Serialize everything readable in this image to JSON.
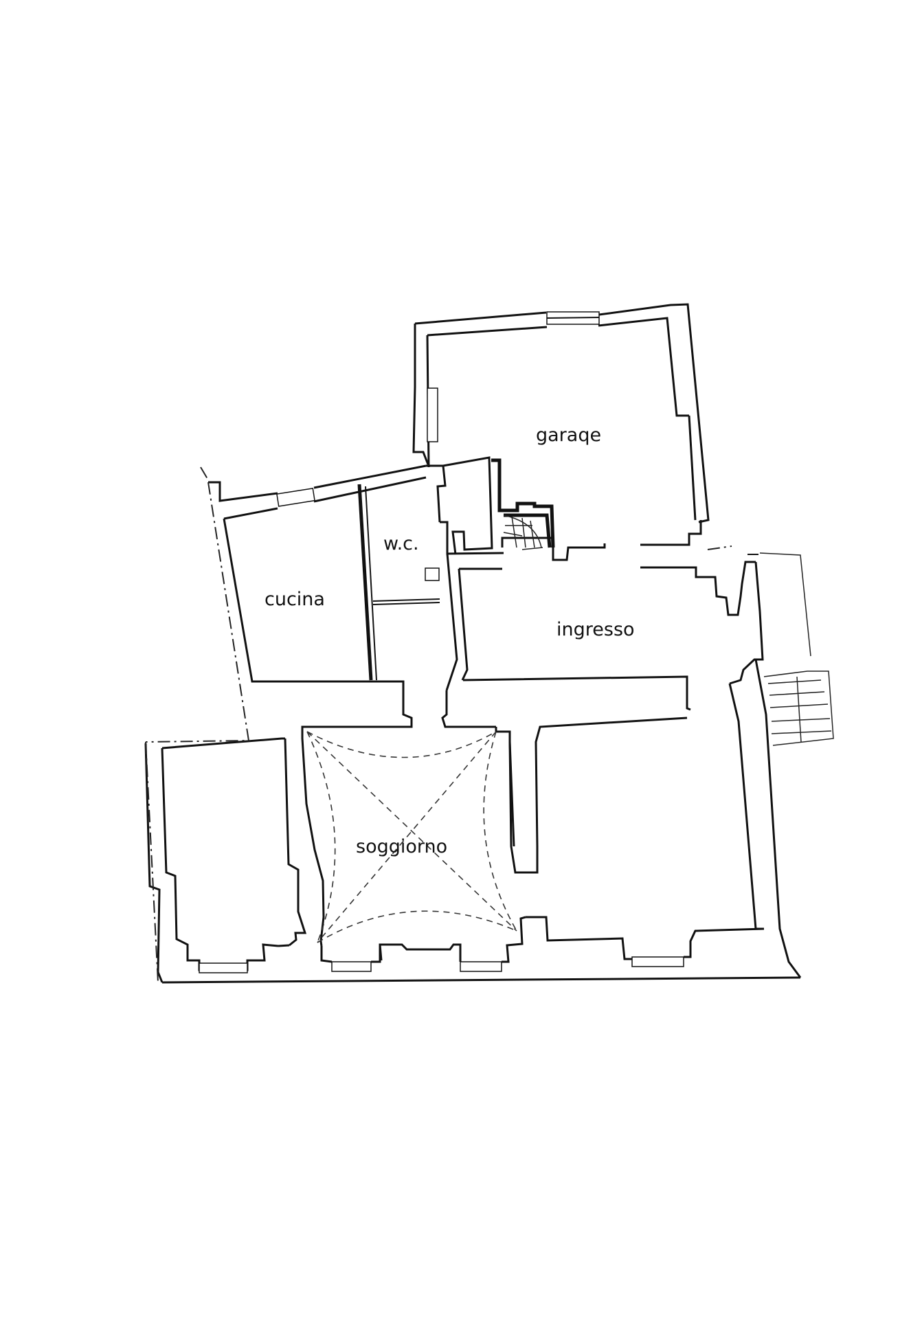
{
  "plan": {
    "rooms": {
      "garage": "garaqe",
      "wc": "w.c.",
      "kitchen": "cucina",
      "entrance": "ingresso",
      "living": "soggiorno"
    }
  }
}
